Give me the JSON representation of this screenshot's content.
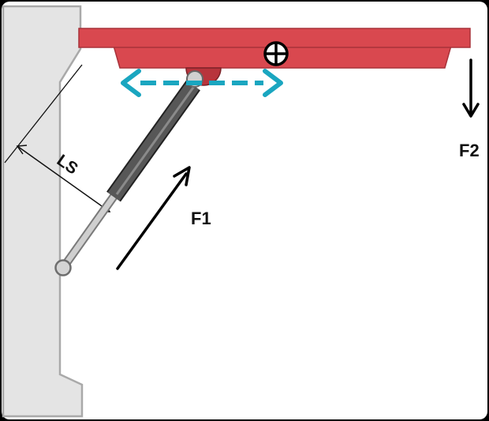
{
  "diagram": {
    "labels": {
      "ls": "LS",
      "f1": "F1",
      "f2": "F2"
    },
    "icons": {
      "pivot": "crosshair-circle-icon",
      "slide": "double-arrow-icon"
    },
    "colors": {
      "background": "#ffffff",
      "frame": "#000000",
      "wall_fill": "#e4e4e4",
      "wall_stroke": "#a9a9a9",
      "lid": "#d9484f",
      "lid_dark": "#a8323a",
      "cylinder": "#555555",
      "rod": "#c8c8c8",
      "slide_arrow": "#1aa6c0",
      "force_arrow": "#000000"
    }
  }
}
